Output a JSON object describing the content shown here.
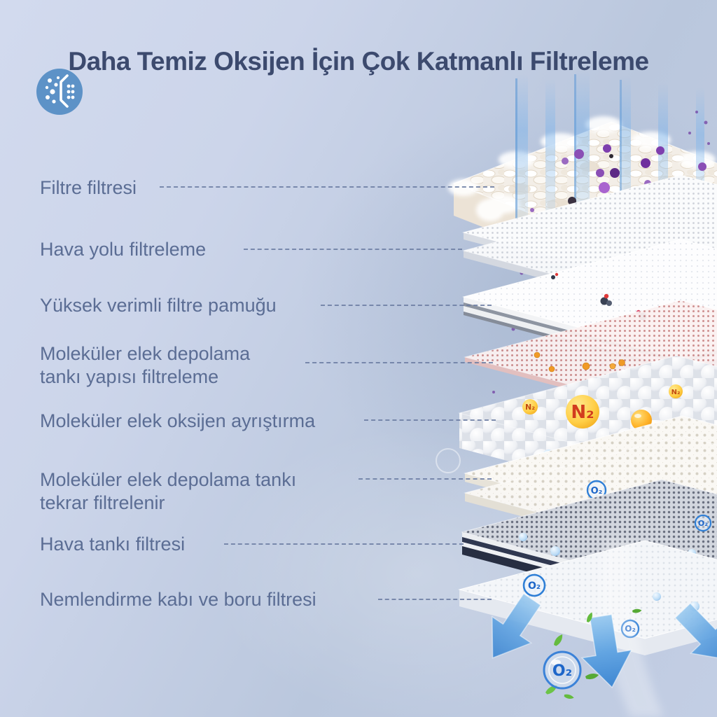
{
  "header": {
    "title": "Daha Temiz Oksijen İçin Çok Katmanlı Filtreleme"
  },
  "labels": [
    {
      "line1": "Filtre filtresi",
      "line2": ""
    },
    {
      "line1": "Hava yolu filtreleme",
      "line2": ""
    },
    {
      "line1": "Yüksek verimli filtre pamuğu",
      "line2": ""
    },
    {
      "line1": "Moleküler elek depolama",
      "line2": "tankı yapısı filtreleme"
    },
    {
      "line1": "Moleküler elek oksijen ayrıştırma",
      "line2": ""
    },
    {
      "line1": "Moleküler elek depolama tankı",
      "line2": "tekrar filtrelenir"
    },
    {
      "line1": "Hava tankı filtresi",
      "line2": ""
    },
    {
      "line1": "Nemlendirme kabı ve boru filtresi",
      "line2": ""
    }
  ],
  "badges": {
    "n2": "N₂",
    "o2": "O₂"
  },
  "icons": [
    "filter-particles-icon",
    "light-beam-icon",
    "n2-molecule-icon",
    "o2-bubble-icon",
    "water-drop-icon",
    "leaf-icon",
    "down-arrow-icon"
  ],
  "colors": {
    "title": "#3c4a6e",
    "label": "#5b6d94",
    "leader_dash": "#6b7ca2",
    "icon_circle": "#5d92c7",
    "background_top": "#d2daee",
    "background_bottom": "#bac7dd",
    "arrow_blue": "#4f95d9",
    "o2_text": "#1d66c9",
    "n2_text": "#d23c1e",
    "n2_gold": "#f2a51a",
    "leaf_green": "#64bb3e"
  }
}
